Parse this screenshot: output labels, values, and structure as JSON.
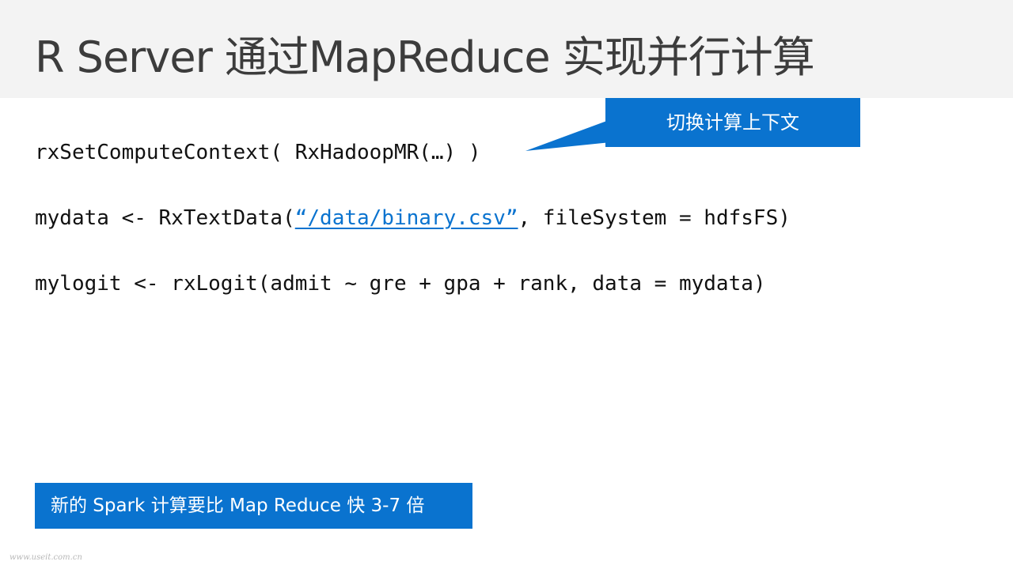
{
  "title": "R Server 通过MapReduce 实现并行计算",
  "callout": {
    "text": "切换计算上下文"
  },
  "code": {
    "line1": "rxSetComputeContext( RxHadoopMR(…) )",
    "line2_before": "mydata <- RxTextData(",
    "line2_link": "“/data/binary.csv”",
    "line2_after": ", fileSystem = hdfsFS)",
    "line3": "mylogit <- rxLogit(admit ~ gre + gpa + rank, data = mydata)"
  },
  "banner": {
    "text": "新的 Spark 计算要比 Map Reduce 快 3-7 倍"
  },
  "watermark": "www.useit.com.cn",
  "colors": {
    "accent": "#0a73cf",
    "title_band": "#f3f3f3",
    "title_text": "#3c3c3c",
    "code_text": "#111111",
    "background": "#ffffff"
  }
}
